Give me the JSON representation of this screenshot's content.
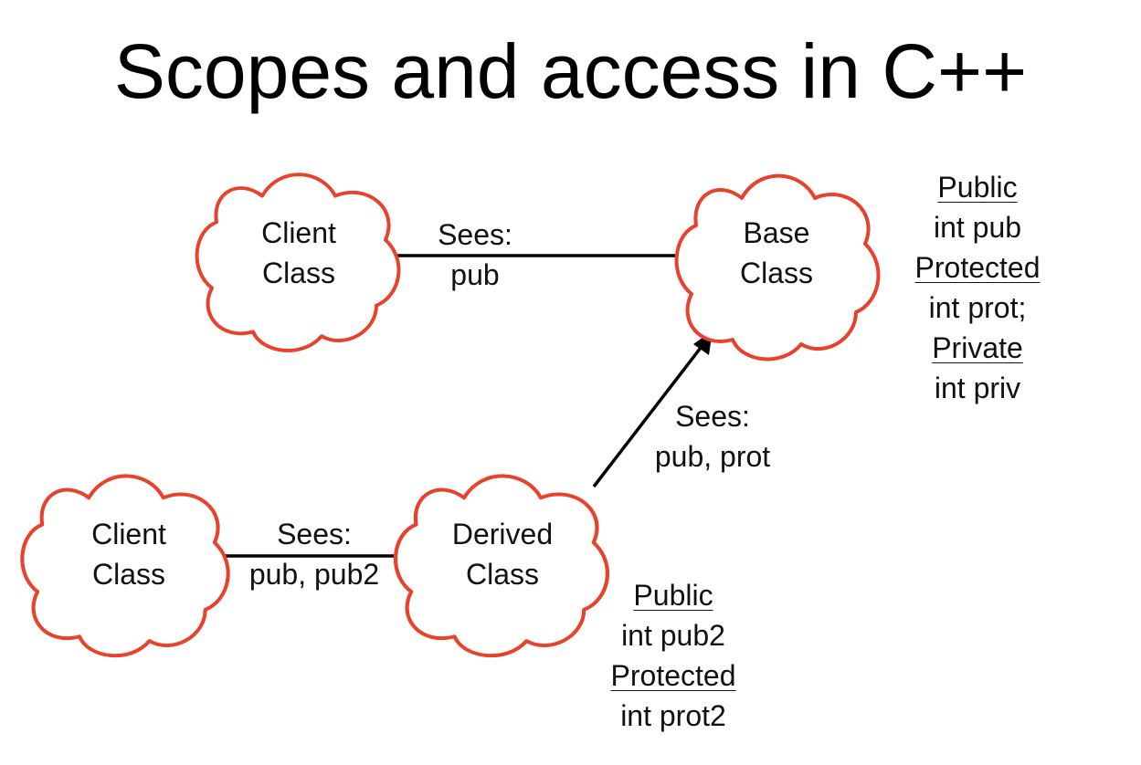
{
  "title": "Scopes and access in C++",
  "colors": {
    "cloud_stroke": "#e8412c",
    "connector": "#000000"
  },
  "nodes": {
    "client_top": {
      "line1": "Client",
      "line2": "Class"
    },
    "base": {
      "line1": "Base",
      "line2": "Class"
    },
    "client_bottom": {
      "line1": "Client",
      "line2": "Class"
    },
    "derived": {
      "line1": "Derived",
      "line2": "Class"
    }
  },
  "edges": {
    "client_top_to_base": {
      "line1": "Sees:",
      "line2": "pub"
    },
    "derived_to_base": {
      "line1": "Sees:",
      "line2": "pub, prot"
    },
    "client_bottom_to_derived": {
      "line1": "Sees:",
      "line2": "pub, pub2"
    }
  },
  "base_members": {
    "public_header": "Public",
    "public_item": "int pub",
    "protected_header": "Protected",
    "protected_item": "int prot;",
    "private_header": "Private",
    "private_item": "int priv"
  },
  "derived_members": {
    "public_header": "Public",
    "public_item": "int pub2",
    "protected_header": "Protected",
    "protected_item": "int prot2"
  }
}
